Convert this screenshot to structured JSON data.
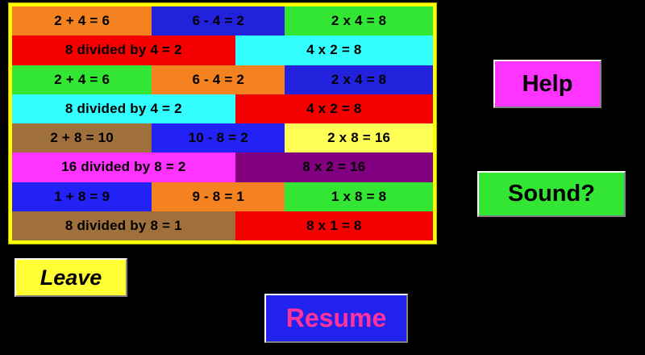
{
  "app": {
    "background_color": "#000000",
    "panel_frame_color": "#ffff00"
  },
  "equation_grid": {
    "name": "arithmetic-fact-families-grid",
    "rows": [
      {
        "type": "triple",
        "cells": [
          {
            "text": "2 + 4 = 6",
            "bg": "#f58220",
            "operation": "addition"
          },
          {
            "text": "6 - 4 = 2",
            "bg": "#2222dd",
            "operation": "subtraction"
          },
          {
            "text": "2 x 4 = 8",
            "bg": "#33e633",
            "operation": "multiplication"
          }
        ]
      },
      {
        "type": "double",
        "cells": [
          {
            "text": "8 divided by 4 = 2",
            "bg": "#f40000",
            "operation": "division"
          },
          {
            "text": "4 x 2 = 8",
            "bg": "#33ffff",
            "operation": "multiplication"
          }
        ]
      },
      {
        "type": "triple",
        "cells": [
          {
            "text": "2 + 4 = 6",
            "bg": "#33e633",
            "operation": "addition"
          },
          {
            "text": "6 - 4 = 2",
            "bg": "#f58220",
            "operation": "subtraction"
          },
          {
            "text": "2 x 4 = 8",
            "bg": "#2222dd",
            "operation": "multiplication"
          }
        ]
      },
      {
        "type": "double",
        "cells": [
          {
            "text": "8 divided by 4 = 2",
            "bg": "#33ffff",
            "operation": "division"
          },
          {
            "text": "4 x 2 = 8",
            "bg": "#f40000",
            "operation": "multiplication"
          }
        ]
      },
      {
        "type": "triple",
        "cells": [
          {
            "text": "2 + 8 = 10",
            "bg": "#a0703c",
            "operation": "addition"
          },
          {
            "text": "10 - 8 = 2",
            "bg": "#2222f5",
            "operation": "subtraction"
          },
          {
            "text": "2 x 8 = 16",
            "bg": "#ffff55",
            "operation": "multiplication"
          }
        ]
      },
      {
        "type": "double",
        "cells": [
          {
            "text": "16 divided by 8 = 2",
            "bg": "#ff33ff",
            "operation": "division"
          },
          {
            "text": "8 x 2 = 16",
            "bg": "#800080",
            "operation": "multiplication"
          }
        ]
      },
      {
        "type": "triple",
        "cells": [
          {
            "text": "1 + 8 = 9",
            "bg": "#2222f5",
            "operation": "addition"
          },
          {
            "text": "9 - 8 = 1",
            "bg": "#f58220",
            "operation": "subtraction"
          },
          {
            "text": "1 x 8 = 8",
            "bg": "#33e633",
            "operation": "multiplication"
          }
        ]
      },
      {
        "type": "double",
        "cells": [
          {
            "text": "8 divided by 8 = 1",
            "bg": "#a0703c",
            "operation": "division"
          },
          {
            "text": "8 x 1 = 8",
            "bg": "#f40000",
            "operation": "multiplication"
          }
        ]
      }
    ]
  },
  "buttons": {
    "help": {
      "label": "Help",
      "bg": "#ff33ff",
      "text_color": "#000000"
    },
    "sound": {
      "label": "Sound?",
      "bg": "#33e633",
      "text_color": "#000000"
    },
    "leave": {
      "label": "Leave",
      "bg": "#ffff33",
      "text_color": "#000000"
    },
    "resume": {
      "label": "Resume",
      "bg": "#2222ee",
      "text_color": "#ff3399"
    }
  }
}
